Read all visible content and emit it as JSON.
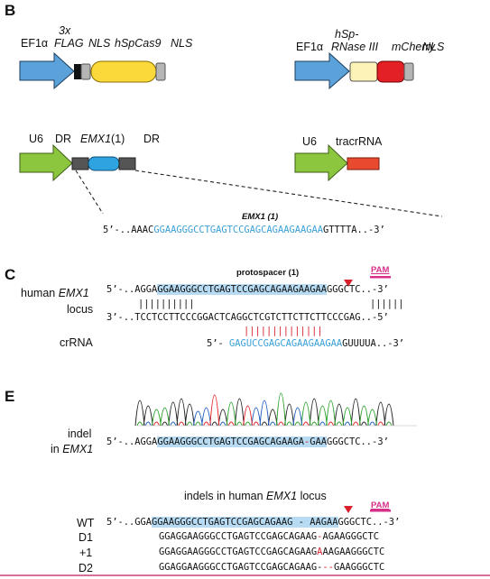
{
  "panel_b": {
    "label": "B",
    "construct1": {
      "promoter": "EF1α",
      "flag_line1": "3x",
      "flag_line2": "FLAG",
      "nls1": "NLS",
      "cas9": "hSpCas9",
      "nls2": "NLS"
    },
    "construct2": {
      "promoter": "EF1α",
      "rnase_line1": "hSp-",
      "rnase_line2": "RNase III",
      "mcherry": "mCherry",
      "nls": "NLS"
    },
    "construct3": {
      "promoter": "U6",
      "dr1": "DR",
      "emx1": "EMX1",
      "emx1_suffix": "(1)",
      "dr2": "DR"
    },
    "construct4": {
      "promoter": "U6",
      "tracr": "tracrRNA"
    },
    "emx1_label": "EMX1 (1)",
    "spacer": {
      "prefix": "5’-..AAAC",
      "blue": "GGAAGGGCCTGAGTCCGAGCAGAAGAAGAA",
      "suffix": "GTTTTA..-3’"
    }
  },
  "panel_c": {
    "label": "C",
    "protospacer_label": "protospacer (1)",
    "pam_label": "PAM",
    "human_label": "human",
    "emx1_gene": "EMX1",
    "locus_label": "locus",
    "top_strand": {
      "prefix": "5’-..AGGA",
      "highlight": "GGAAGGGCCTGAGTCCGAGCAGAAGAAGAA",
      "suffix": "GGGCTC..-3’"
    },
    "pairs_a": "||||||||||",
    "pairs_b": "||||||",
    "bottom_strand": "3’-..TCCTCCTTCCCGGACTCAGGCTCGTCTTCTTCTTCCCGAG..-5’",
    "crrna_pairs": "||||||||||||||",
    "crrna_label": "crRNA",
    "crrna": {
      "prefix": "5’-",
      "blue": "GAGUCCGAGCAGAAGAAGAA",
      "suffix": "GUUUUA..-3’"
    }
  },
  "panel_e": {
    "label": "E",
    "indel_label": "indel",
    "in_label": "in",
    "emx1_gene": "EMX1",
    "indel_seq": {
      "prefix": "5’-..AGGA",
      "hl1": "GGAAGGGCCTGAGTCCGAGCAGAAGA",
      "dash": "-",
      "hl2": "GAA",
      "suffix": "GGGCTC..-3’"
    },
    "indels_title_prefix": "indels in human",
    "indels_title_gene": "EMX1",
    "indels_title_suffix": "locus",
    "pam_label": "PAM",
    "rows": [
      {
        "label": "WT",
        "prefix": "5’-..GGA",
        "hl": "GGAAGGGCCTGAGTCCGAGCAGAAG - AAGAA",
        "suffix": "GGGCTC..-3’"
      },
      {
        "label": "D1",
        "a": "GGAGGAAGGGCCTGAGTCCGAGCAGAAG",
        "red": "-",
        "b": "AGAAGGGCTC"
      },
      {
        "label": "+1",
        "a": "GGAGGAAGGGCCTGAGTCCGAGCAGAAG",
        "red": "A",
        "b": "AAGAAGGGCTC"
      },
      {
        "label": "D2",
        "a": "GGAGGAAGGGCCTGAGTCCGAGCAGAAG-",
        "red": "--",
        "b": "GAAGGGCTC"
      }
    ]
  },
  "colors": {
    "promoter_blue": "#5aa2d9",
    "u6_green": "#8cc63f",
    "cas9_yellow": "#fcd93b",
    "rnase_yellow": "#fdf3b6",
    "mcherry_red": "#e32026",
    "tracr_red": "#e8492f",
    "emx1_blue": "#2ea3df",
    "grey_box": "#b5b5b5",
    "dark_box": "#555555",
    "highlight_blue": "#b6dbf2",
    "pam_magenta": "#d6308a",
    "cut_red": "#d8202c"
  }
}
